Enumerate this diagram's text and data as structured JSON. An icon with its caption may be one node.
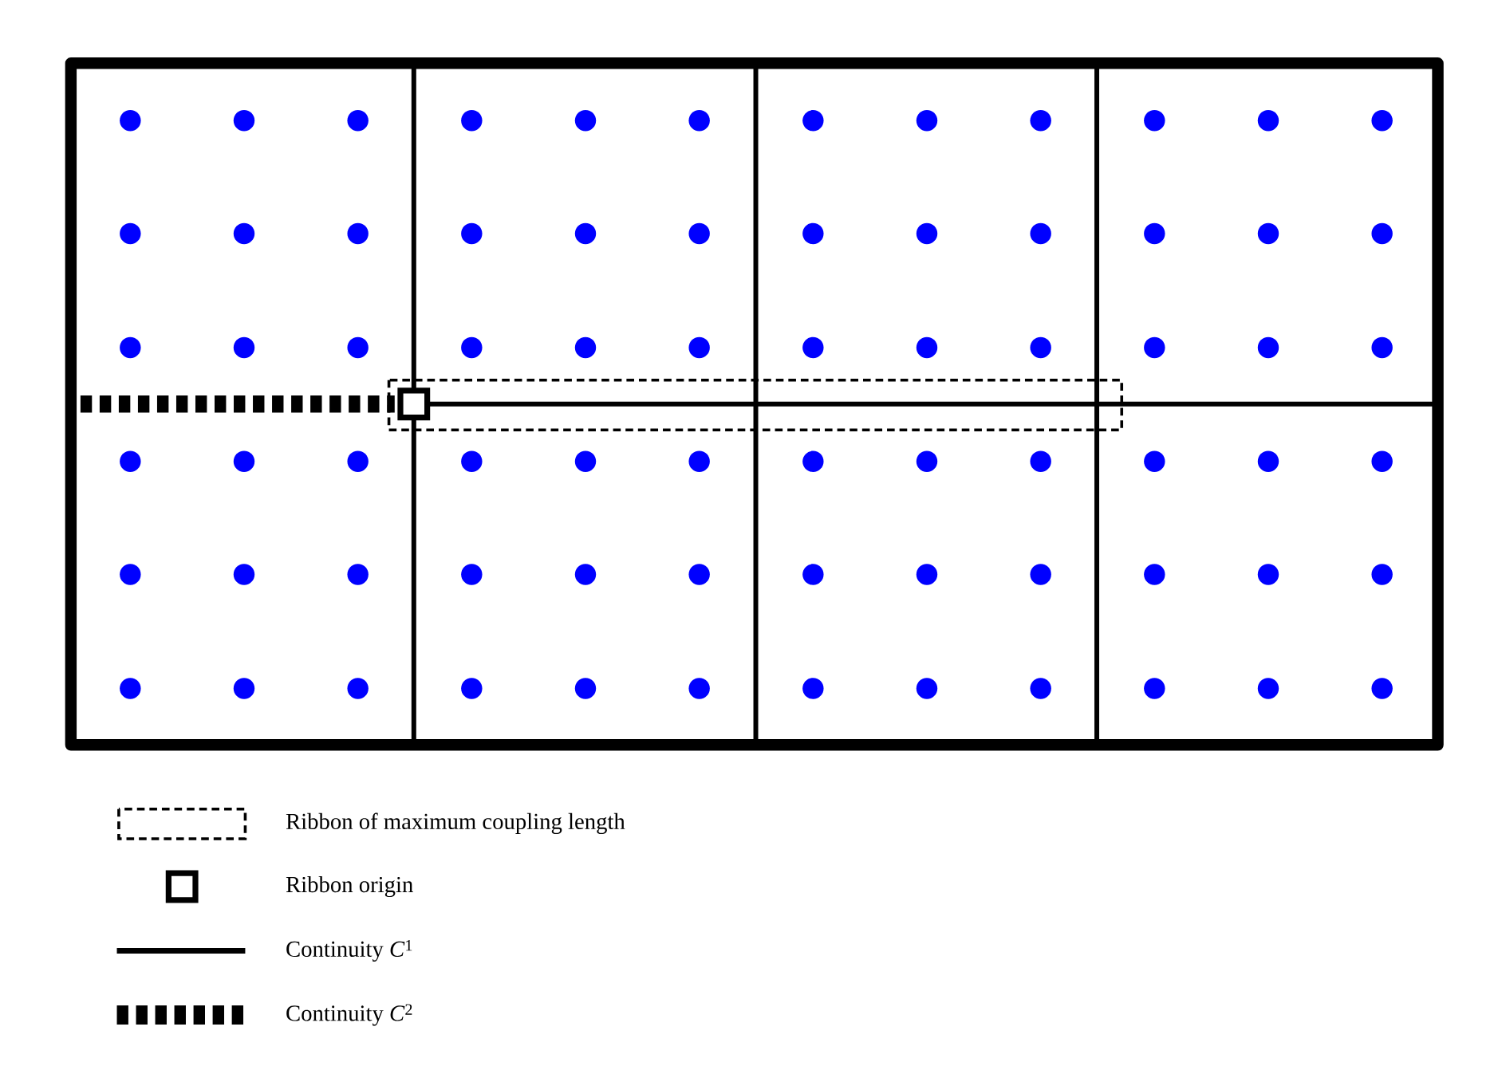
{
  "diagram": {
    "legend": [
      {
        "text": "Ribbon of maximum coupling length"
      },
      {
        "text": "Ribbon origin"
      },
      {
        "text": "Continuity *C*$^{1}$"
      },
      {
        "text": "Continuity *C*$^{2}$"
      }
    ]
  }
}
